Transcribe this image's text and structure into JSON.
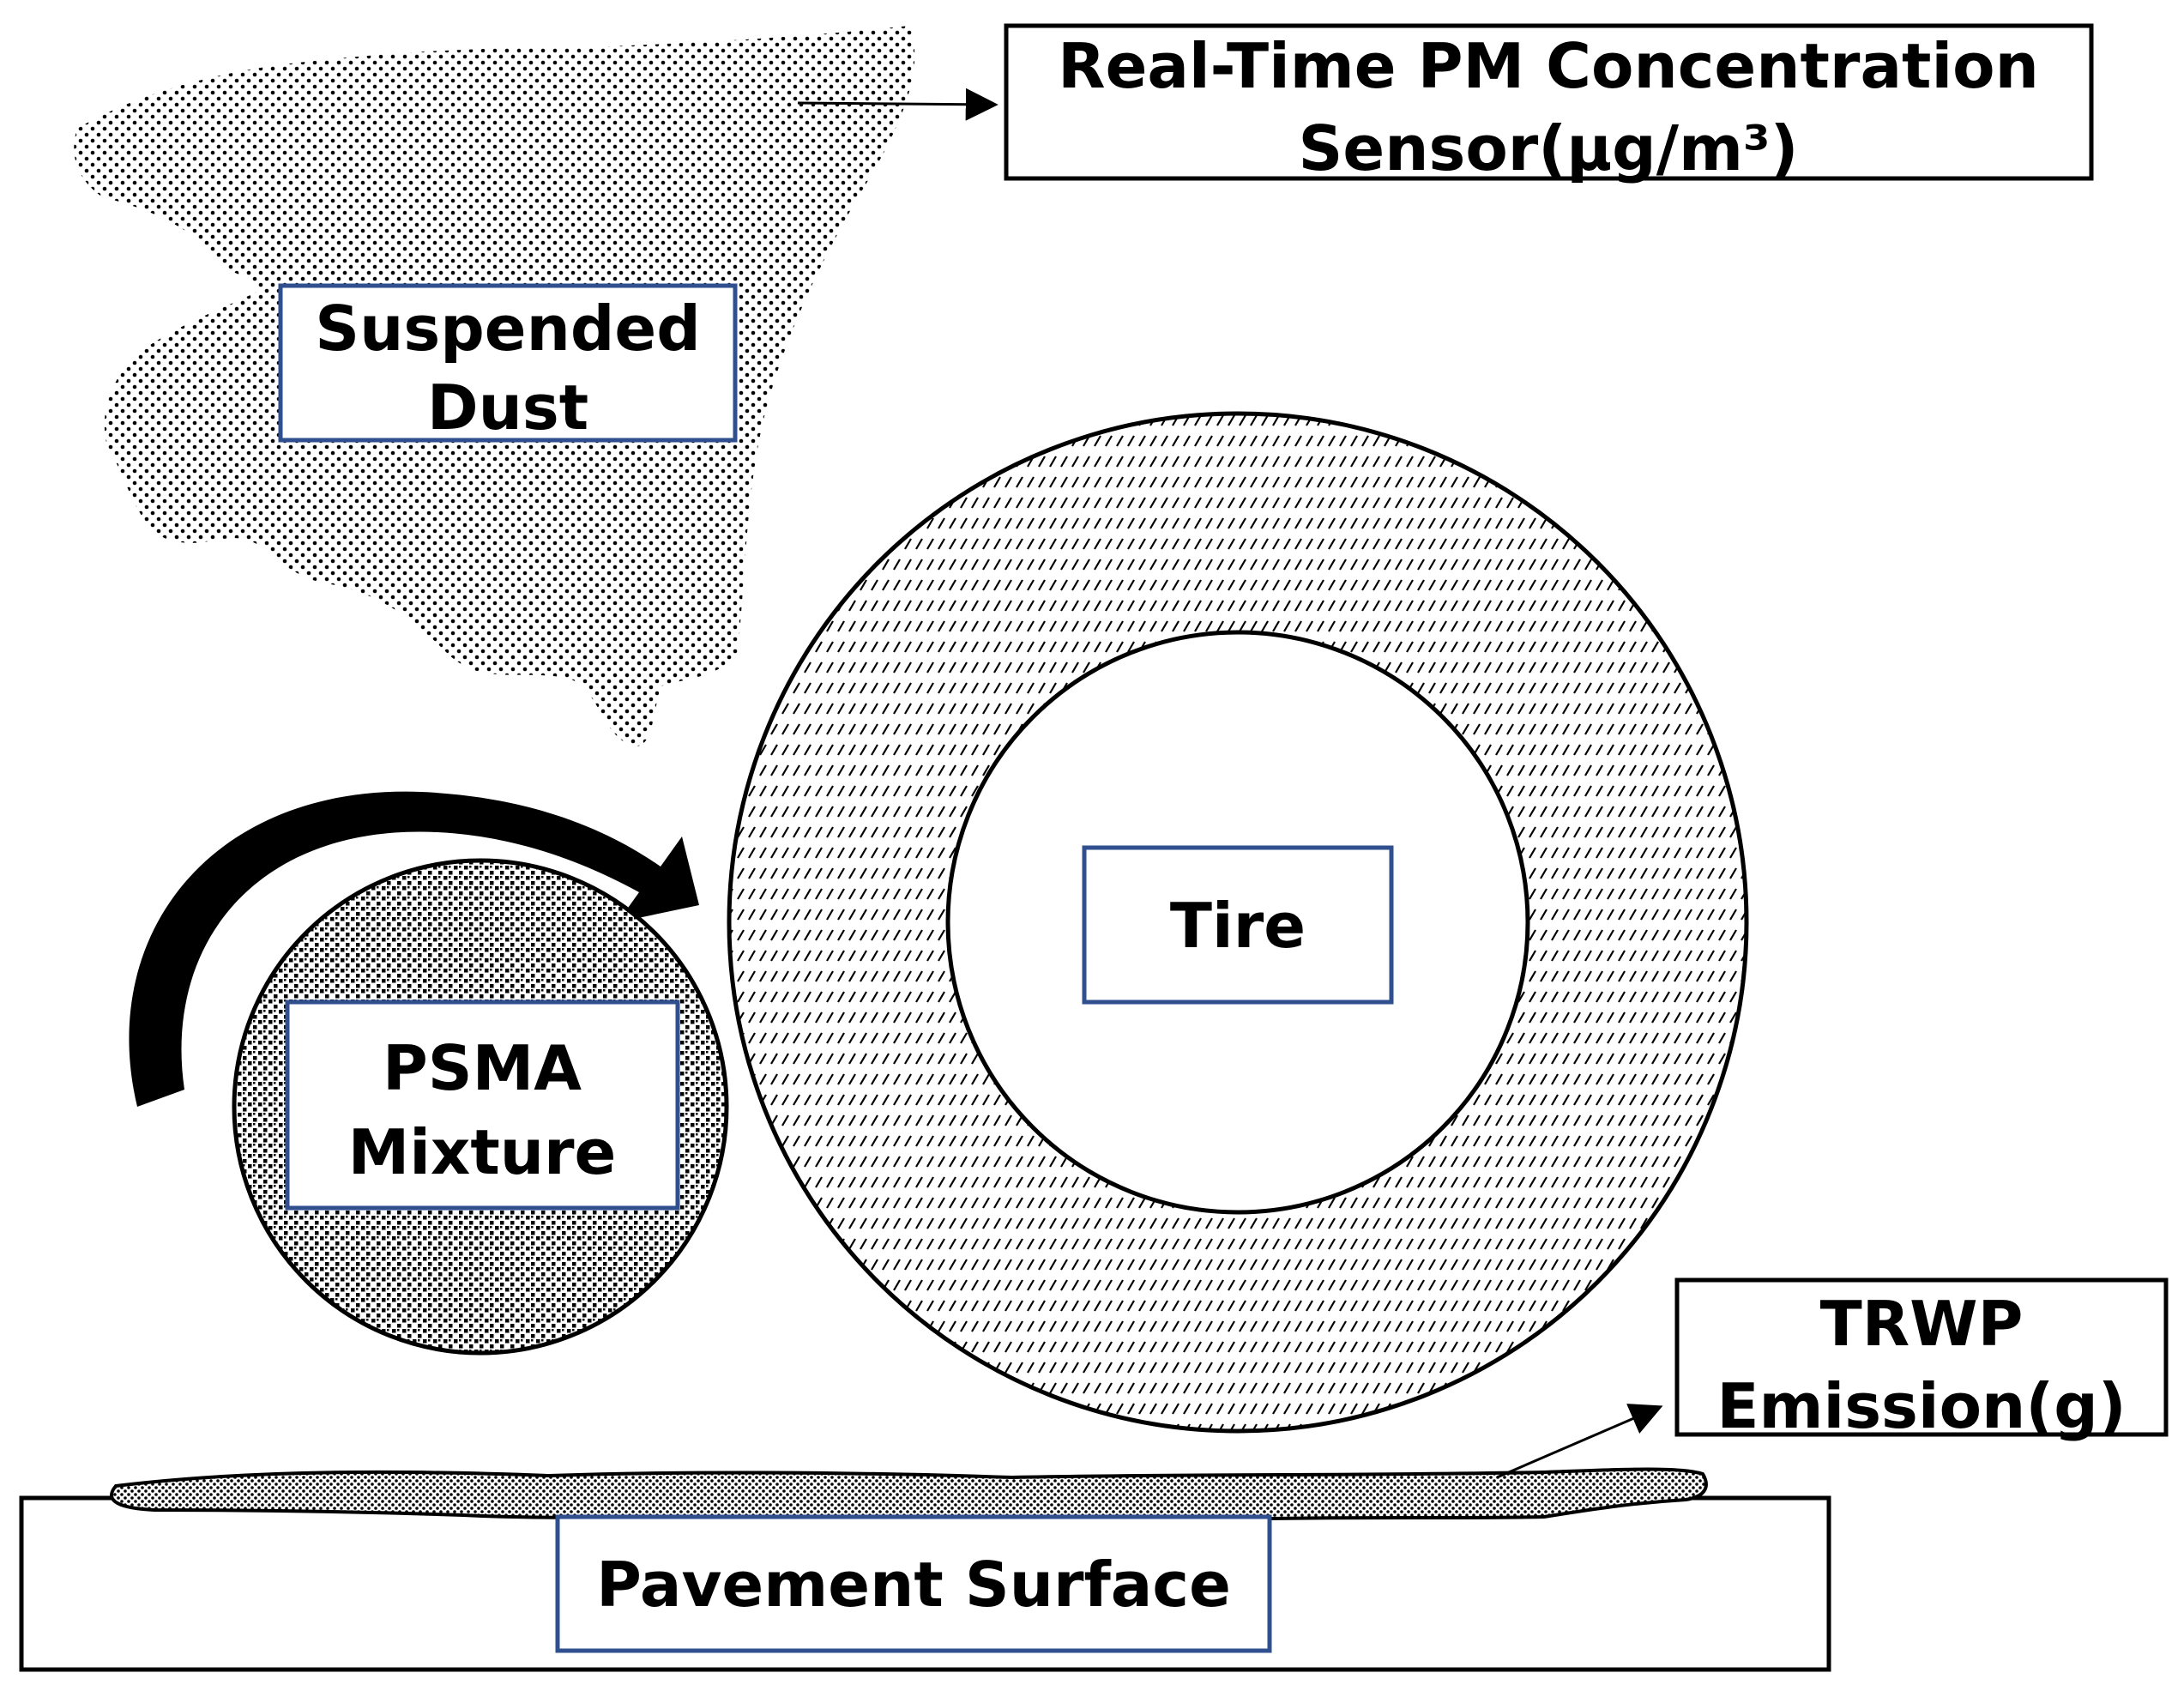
{
  "labels": {
    "sensor_line1": "Real-Time PM Concentration",
    "sensor_line2": "Sensor(µg/m³)",
    "suspended_line1": "Suspended",
    "suspended_line2": "Dust",
    "tire": "Tire",
    "psma_line1": "PSMA",
    "psma_line2": "Mixture",
    "trwp_line1": "TRWP",
    "trwp_line2": "Emission(g)",
    "pavement": "Pavement Surface"
  },
  "colors": {
    "outline": "#000000",
    "label_box_border": "#2f4f8f",
    "background": "#ffffff"
  },
  "icons": {
    "rotation_arrow": "curved-arrow-clockwise",
    "pointer_arrows": "arrow-right"
  }
}
